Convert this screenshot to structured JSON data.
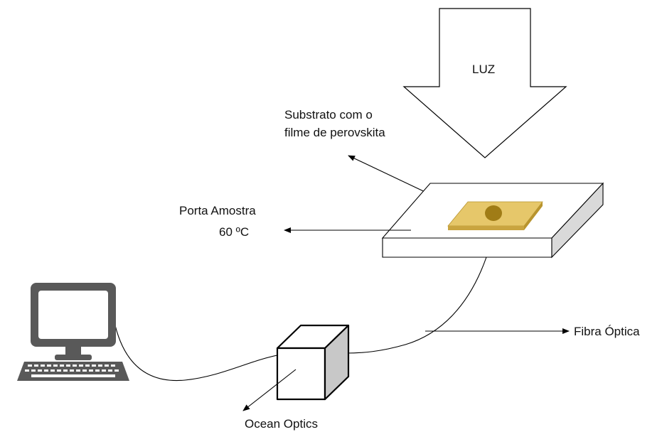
{
  "labels": {
    "light": "LUZ",
    "substrate_line1": "Substrato com o",
    "substrate_line2": "filme de perovskita",
    "holder_line1": "Porta Amostra",
    "holder_line2": "60 ºC",
    "fiber": "Fibra Óptica",
    "spectrometer": "Ocean Optics"
  },
  "colors": {
    "line": "#000000",
    "holder_top": "#ffffff",
    "holder_side": "#d9d9d9",
    "substrate_top": "#e6c76a",
    "substrate_side": "#c9a440",
    "sample_dot": "#a07c16",
    "computer_body": "#595959",
    "screen": "#ffffff",
    "box_front": "#ffffff",
    "box_top": "#ffffff",
    "box_side": "#c8c8c8"
  }
}
